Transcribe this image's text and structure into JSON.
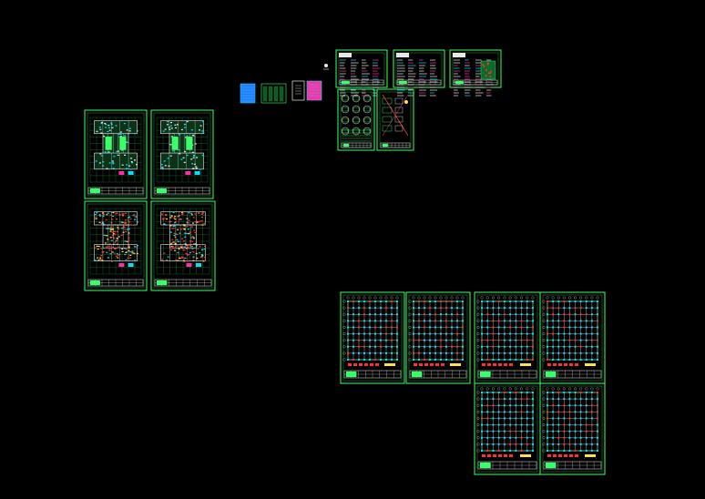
{
  "viewport": {
    "background": "#000000",
    "description_colors": {
      "frame": "#39ff6a",
      "frame_dim": "#1f9a3f",
      "text_white": "#e8e8e8",
      "cyan": "#00e0ff",
      "magenta": "#ff2ea6",
      "red": "#ff3030",
      "yellow": "#ffe14a",
      "blue": "#2b7bff"
    }
  },
  "sheet_groups": [
    {
      "name": "cover-thumbnails",
      "count": 4
    },
    {
      "name": "notes-sheets",
      "count": 3
    },
    {
      "name": "detail-sheets",
      "count": 2
    },
    {
      "name": "architectural-plans",
      "count": 4
    },
    {
      "name": "structural-grid-plans",
      "count": 6
    }
  ]
}
